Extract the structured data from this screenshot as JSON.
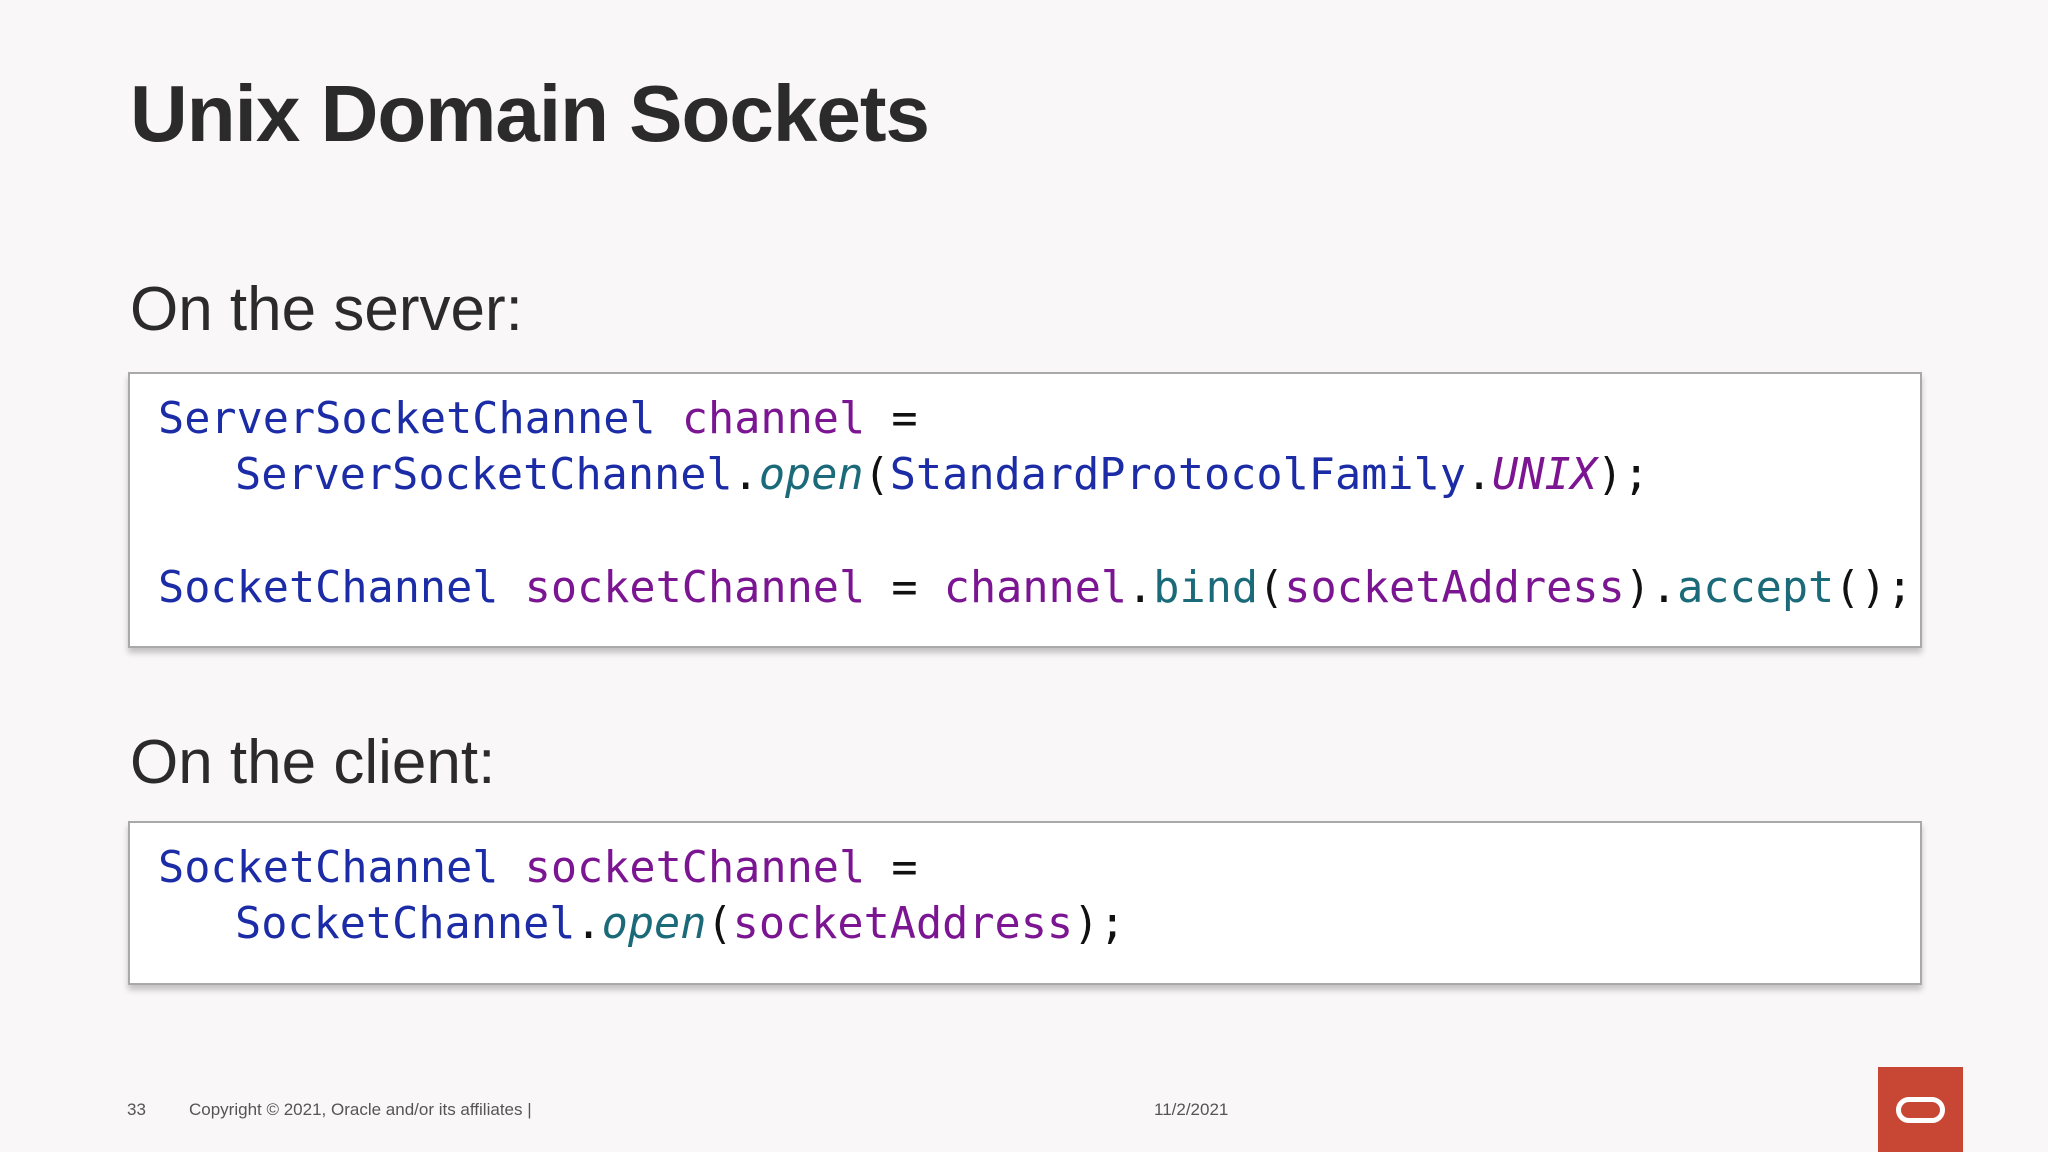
{
  "slide": {
    "title": "Unix Domain Sockets",
    "server_heading": "On the server:",
    "client_heading": "On the client:"
  },
  "server_code": {
    "line1": {
      "type": "ServerSocketChannel",
      "var": "channel",
      "op": "="
    },
    "line2": {
      "class": "ServerSocketChannel",
      "dot1": ".",
      "method": "open",
      "paren_open": "(",
      "arg_class": "StandardProtocolFamily",
      "dot2": ".",
      "arg_const": "UNIX",
      "end": ");"
    },
    "line3": {
      "type": "SocketChannel",
      "var": "socketChannel",
      "op": "=",
      "target": "channel",
      "dot1": ".",
      "method1": "bind",
      "paren_open": "(",
      "arg": "socketAddress",
      "paren_close_dot": ").",
      "method2": "accept",
      "end": "();"
    }
  },
  "client_code": {
    "line1": {
      "type": "SocketChannel",
      "var": "socketChannel",
      "op": "="
    },
    "line2": {
      "class": "SocketChannel",
      "dot": ".",
      "method": "open",
      "paren_open": "(",
      "arg": "socketAddress",
      "end": ");"
    }
  },
  "footer": {
    "slide_number": "33",
    "copyright": "Copyright © 2021, Oracle and/or its affiliates  |",
    "date": "11/2/2021"
  },
  "logo": {
    "icon": "oracle-logo-icon",
    "color": "#c74634"
  },
  "colors": {
    "type": "#1b2ca6",
    "variable": "#7b1592",
    "method": "#1b6a79",
    "background": "#f9f7f7"
  }
}
